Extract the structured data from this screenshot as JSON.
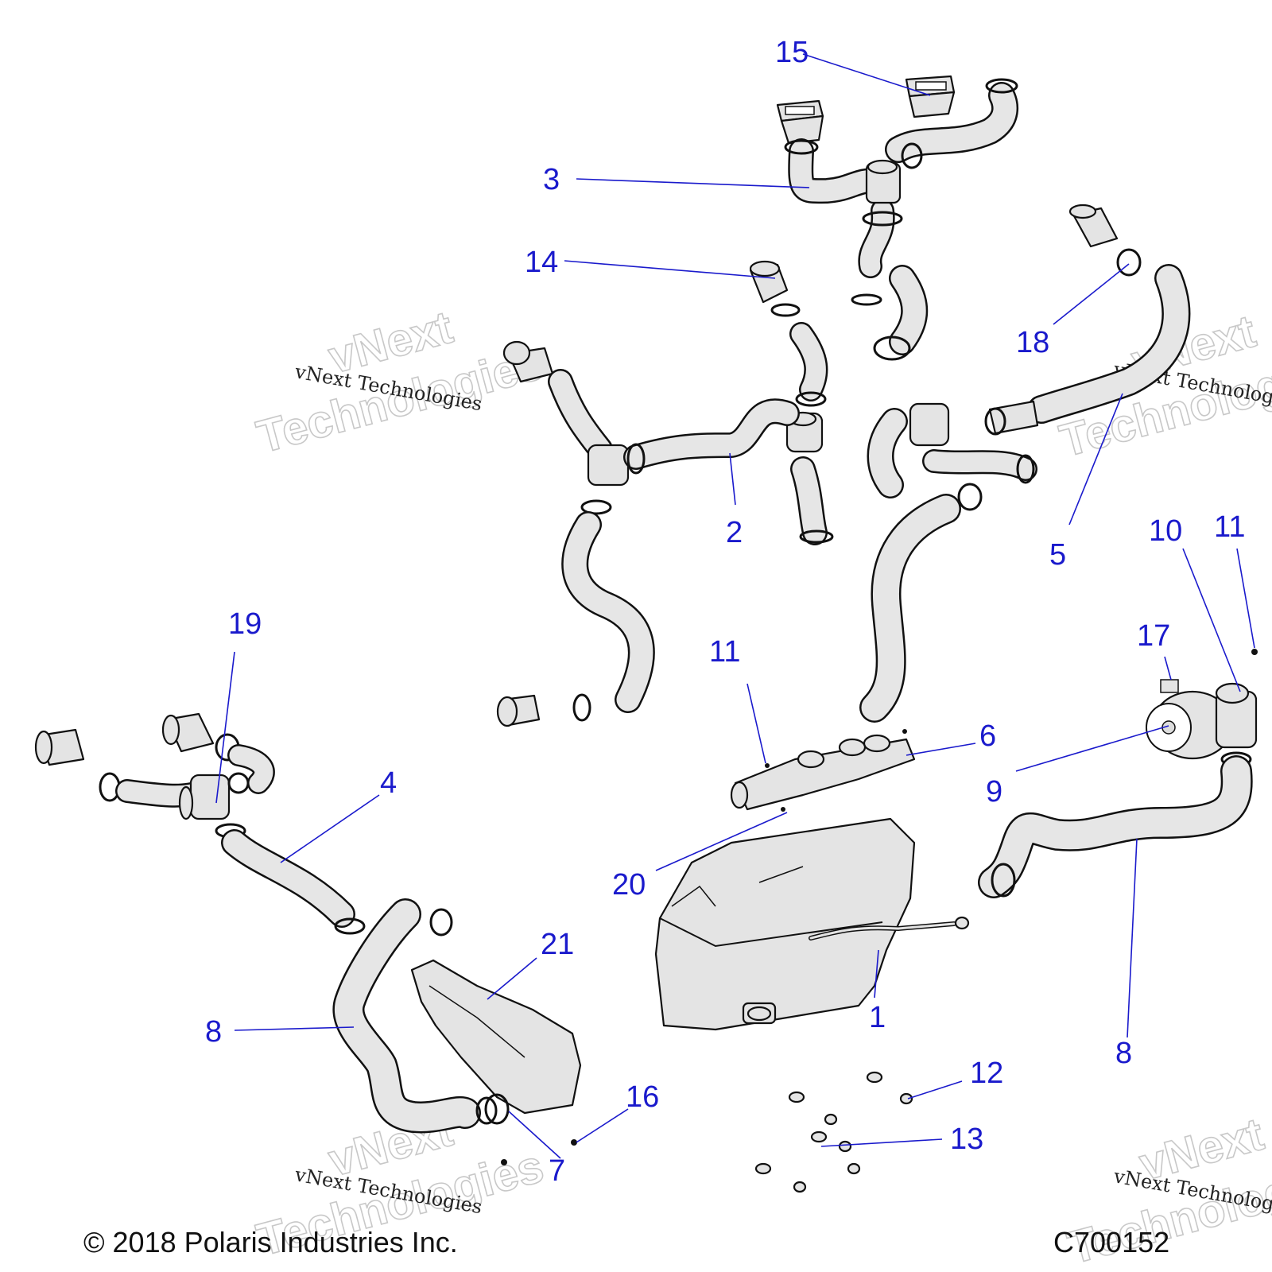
{
  "copyright": "© 2018 Polaris Industries Inc.",
  "figure_id": "C700152",
  "watermark": {
    "small": "vNext Technologies",
    "big_line1": "vNext",
    "big_line2": "Technologies"
  },
  "callouts": {
    "c1": "1",
    "c2": "2",
    "c3": "3",
    "c4": "4",
    "c5": "5",
    "c6": "6",
    "c7": "7",
    "c8a": "8",
    "c8b": "8",
    "c9": "9",
    "c10": "10",
    "c11a": "11",
    "c11b": "11",
    "c12": "12",
    "c13": "13",
    "c14": "14",
    "c15": "15",
    "c16": "16",
    "c17": "17",
    "c18": "18",
    "c19": "19",
    "c20": "20",
    "c21": "21"
  }
}
